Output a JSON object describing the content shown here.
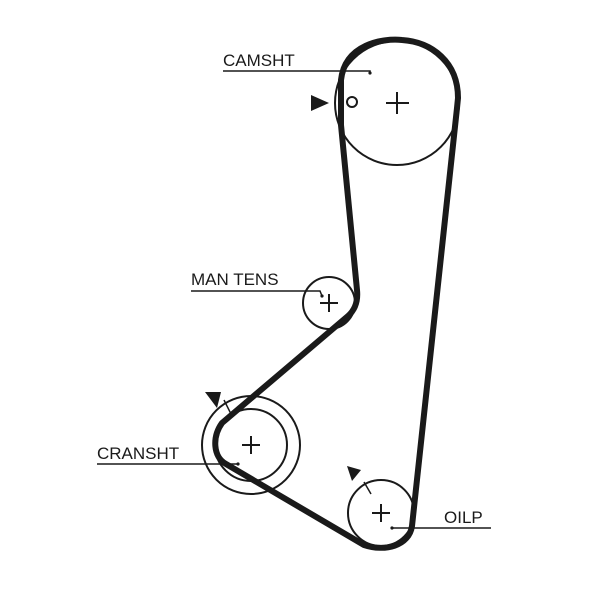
{
  "labels": {
    "camshaft": "CAMSHT",
    "manual_tensioner": "MAN TENS",
    "crankshaft": "CRANSHT",
    "oil_pump": "OILP"
  },
  "colors": {
    "belt": "#1a1a1a",
    "pulley": "#1a1a1a",
    "background": "#ffffff"
  }
}
